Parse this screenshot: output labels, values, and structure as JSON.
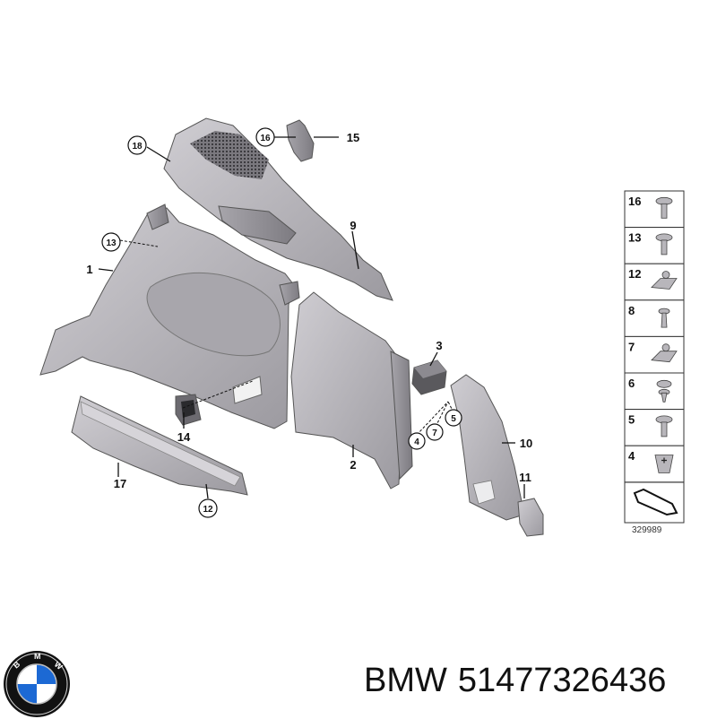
{
  "diagram": {
    "callouts": {
      "c1": "1",
      "c2": "2",
      "c3": "3",
      "c4": "4",
      "c5": "5",
      "c7": "7",
      "c9": "9",
      "c10": "10",
      "c11": "11",
      "c12": "12",
      "c13": "13",
      "c14": "14",
      "c15": "15",
      "c16": "16",
      "c17": "17",
      "c18": "18"
    },
    "legend": {
      "items": [
        "16",
        "13",
        "12",
        "8",
        "7",
        "6",
        "5",
        "4"
      ],
      "diagram_number": "329989"
    }
  },
  "footer": {
    "brand": "BMW",
    "part_number": "51477326436"
  },
  "colors": {
    "part_fill": "#b9b7bd",
    "part_dark": "#8f8d93",
    "bmw_blue": "#1c69d4"
  }
}
